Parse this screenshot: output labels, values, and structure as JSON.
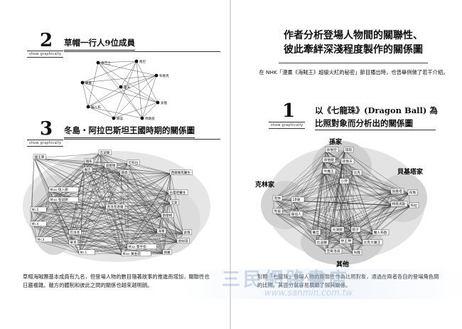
{
  "left_page": {
    "section2": {
      "number": "2",
      "badge": "show graphically",
      "title": "草帽一行人9位成員",
      "crew_nodes": [
        "香吉士",
        "喬巴",
        "布魯克",
        "羅賓",
        "魯夫",
        "索隆",
        "騙人布",
        "娜美",
        "佛朗基"
      ]
    },
    "section3": {
      "number": "3",
      "badge": "show graphically",
      "title": "冬島・阿拉巴斯坦王國時期的關係圖",
      "left_labels": [
        "國王軍",
        "Miss 情人節",
        "Miss 聖誕節",
        "Mr.5",
        "Mr.4",
        "Mr.3",
        "Mr.1"
      ],
      "center_labels": [
        "巴洛克",
        "華克",
        "克洛克達爾",
        "Miss 雙手指",
        "Miss 黃金週"
      ],
      "top_labels": [
        "瓦波爾",
        "鐵布",
        "道爾頓",
        "喬巴",
        "可布拉",
        "薇薇",
        "西爾爾克醫生"
      ],
      "right_labels": [
        "古蕾娃醫生",
        "艾斯",
        "斯摩格",
        "海軍",
        "達絲琪",
        "佩羅",
        "索隆"
      ]
    },
    "caption": "草帽海賊團基本成員有九名，但登場人物的數目隨著故事的推進而增加，關聯性也日趨複雜。敵方的體制和彼此之間的關係也越來越明朗。"
  },
  "right_page": {
    "headline": [
      "作者分析登場人物間的關聯性、",
      "彼此牽絆深淺程度製作的關係圖"
    ],
    "intro": "在 NHK「漫畫《海賊王》超級火紅的秘密」節目播出時，也曾舉例做了若干介紹。",
    "section1": {
      "number": "1",
      "badge": "show graphically",
      "title_line1": "以《七龍珠》(Dragon Ball) 為",
      "title_line2": "比照對象而分析出的關係圖"
    },
    "clusters": {
      "top": "孫家",
      "left": "克林家",
      "right": "貝基塔家",
      "bottom": "其他"
    },
    "cluster_members": {
      "top": [
        "孫悟空",
        "琪琪",
        "孫悟飯",
        "孫悟天",
        "牛魔王",
        "比克",
        "小芳"
      ],
      "left": [
        "克林",
        "18號",
        "馬倫",
        "龜仙人"
      ],
      "right": [
        "貝基塔",
        "布瑪",
        "特南克斯",
        "布拉"
      ],
      "bottom": [
        "撒旦",
        "天津飯",
        "餃子",
        "魔人布歐",
        "比迪麗",
        "界王神",
        "比克大魔王",
        "亞奇洛貝",
        "烏龍"
      ]
    },
    "caption": "對照「七龍珠」登場人物的關聯性作為比照對象，通過在兩者各自的登場角色間的比照，其區分就容易展顯了解其關係。"
  },
  "watermark": {
    "brand": "三民網路書店",
    "url": "www.sanmin.com.tw"
  }
}
